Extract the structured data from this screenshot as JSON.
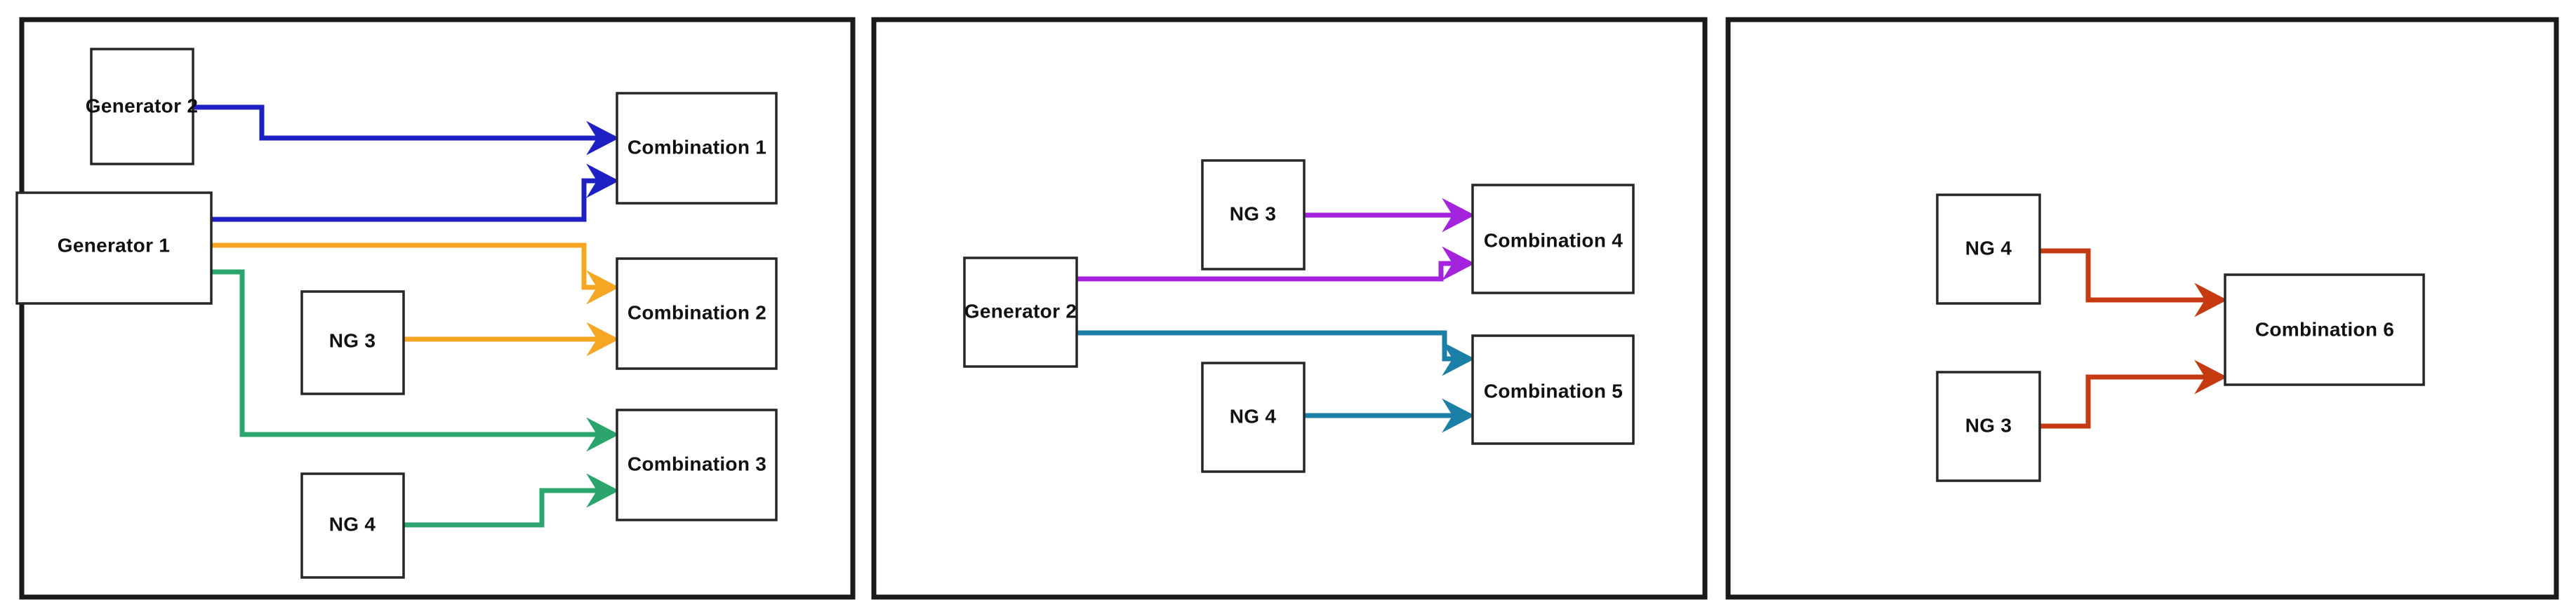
{
  "figure": {
    "type": "block-diagram",
    "panel_count": 3,
    "background_color": "#ffffff",
    "frame_color": "#1a1a1a",
    "node_fill": "#ffffff",
    "node_border": "#262626",
    "label_color": "#111111"
  },
  "colors": {
    "blue": "#1f20c4",
    "orange": "#f5a623",
    "green": "#2ba46e",
    "purple": "#a424dd",
    "teal": "#1c7fa6",
    "red": "#c63a12"
  },
  "panels": [
    {
      "id": "panel-1",
      "name": "generator-1-panel",
      "nodes": [
        {
          "id": "p1-generator-2",
          "label": "Generator 2",
          "role": "source"
        },
        {
          "id": "p1-generator-1",
          "label": "Generator 1",
          "role": "source"
        },
        {
          "id": "p1-ng-3",
          "label": "NG 3",
          "role": "source"
        },
        {
          "id": "p1-ng-4",
          "label": "NG 4",
          "role": "source"
        },
        {
          "id": "p1-combination-1",
          "label": "Combination 1",
          "role": "target"
        },
        {
          "id": "p1-combination-2",
          "label": "Combination 2",
          "role": "target"
        },
        {
          "id": "p1-combination-3",
          "label": "Combination 3",
          "role": "target"
        }
      ],
      "edges": [
        {
          "from": "Generator 2",
          "to": "Combination 1",
          "color": "#1f20c4"
        },
        {
          "from": "Generator 1",
          "to": "Combination 1",
          "color": "#1f20c4"
        },
        {
          "from": "Generator 1",
          "to": "Combination 2",
          "color": "#f5a623"
        },
        {
          "from": "NG 3",
          "to": "Combination 2",
          "color": "#f5a623"
        },
        {
          "from": "Generator 1",
          "to": "Combination 3",
          "color": "#2ba46e"
        },
        {
          "from": "NG 4",
          "to": "Combination 3",
          "color": "#2ba46e"
        }
      ]
    },
    {
      "id": "panel-2",
      "name": "generator-2-panel",
      "nodes": [
        {
          "id": "p2-ng-3",
          "label": "NG 3",
          "role": "source"
        },
        {
          "id": "p2-generator-2",
          "label": "Generator 2",
          "role": "source"
        },
        {
          "id": "p2-ng-4",
          "label": "NG 4",
          "role": "source"
        },
        {
          "id": "p2-combination-4",
          "label": "Combination 4",
          "role": "target"
        },
        {
          "id": "p2-combination-5",
          "label": "Combination 5",
          "role": "target"
        }
      ],
      "edges": [
        {
          "from": "NG 3",
          "to": "Combination 4",
          "color": "#a424dd"
        },
        {
          "from": "Generator 2",
          "to": "Combination 4",
          "color": "#a424dd"
        },
        {
          "from": "Generator 2",
          "to": "Combination 5",
          "color": "#1c7fa6"
        },
        {
          "from": "NG 4",
          "to": "Combination 5",
          "color": "#1c7fa6"
        }
      ]
    },
    {
      "id": "panel-3",
      "name": "ng-combination-panel",
      "nodes": [
        {
          "id": "p3-ng-4",
          "label": "NG 4",
          "role": "source"
        },
        {
          "id": "p3-ng-3",
          "label": "NG 3",
          "role": "source"
        },
        {
          "id": "p3-combination-6",
          "label": "Combination 6",
          "role": "target"
        }
      ],
      "edges": [
        {
          "from": "NG 4",
          "to": "Combination 6",
          "color": "#c63a12"
        },
        {
          "from": "NG 3",
          "to": "Combination 6",
          "color": "#c63a12"
        }
      ]
    }
  ],
  "labels": {
    "p1_generator_2": "Generator 2",
    "p1_generator_1": "Generator 1",
    "p1_ng_3": "NG 3",
    "p1_ng_4": "NG 4",
    "p1_combination_1": "Combination 1",
    "p1_combination_2": "Combination 2",
    "p1_combination_3": "Combination 3",
    "p2_ng_3": "NG 3",
    "p2_generator_2": "Generator 2",
    "p2_ng_4": "NG 4",
    "p2_combination_4": "Combination 4",
    "p2_combination_5": "Combination 5",
    "p3_ng_4": "NG 4",
    "p3_ng_3": "NG 3",
    "p3_combination_6": "Combination 6"
  }
}
